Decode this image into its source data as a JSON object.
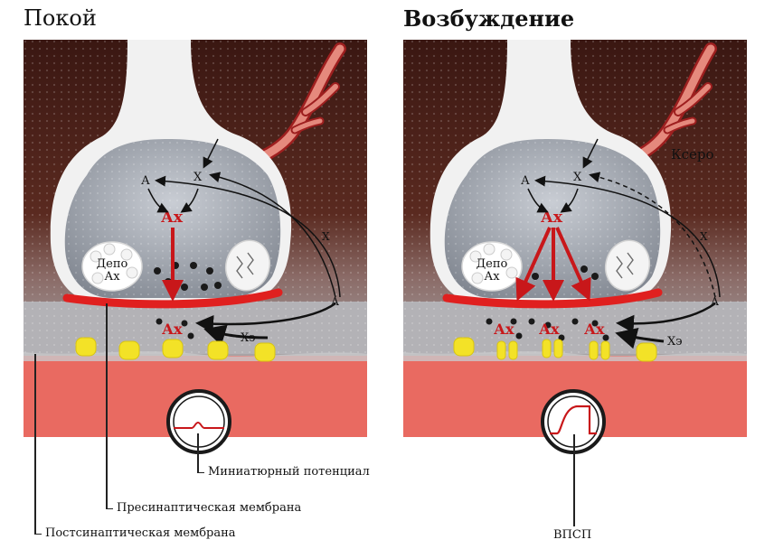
{
  "panels": {
    "rest": {
      "title": "Покой",
      "label_A": "А",
      "label_X": "Х",
      "label_Ax": "Ах",
      "label_depot_line1": "Депо",
      "label_depot_line2": "Ах",
      "label_Ax_cleft": "Ах",
      "label_Xe": "Хэ",
      "label_X_side": "Х",
      "label_A_side": "А"
    },
    "excitation": {
      "title": "Возбуждение",
      "label_A": "А",
      "label_X": "Х",
      "label_Ax": "Ах",
      "label_depot_line1": "Депо",
      "label_depot_line2": "Ах",
      "label_Ax_cleft_1": "Ах",
      "label_Ax_cleft_2": "Ах",
      "label_Ax_cleft_3": "Ах",
      "label_Xe": "Хэ",
      "label_X_side": "Х",
      "label_A_side": "А",
      "label_vessel": "Ксеро"
    }
  },
  "callouts": {
    "miniature_potential": "Миниатюрный потенциал",
    "presynaptic_membrane": "Пресинаптическая мембрана",
    "postsynaptic_membrane": "Постсинаптическая мембрана",
    "epsp": "ВПСП"
  },
  "colors": {
    "background_dark": "#4a2218",
    "tissue_gray": "#b8b8bc",
    "postsynaptic_pink": "#e8675f",
    "membrane_red": "#e0201f",
    "receptor_yellow": "#f3e227",
    "arrow_red": "#c8171a"
  }
}
